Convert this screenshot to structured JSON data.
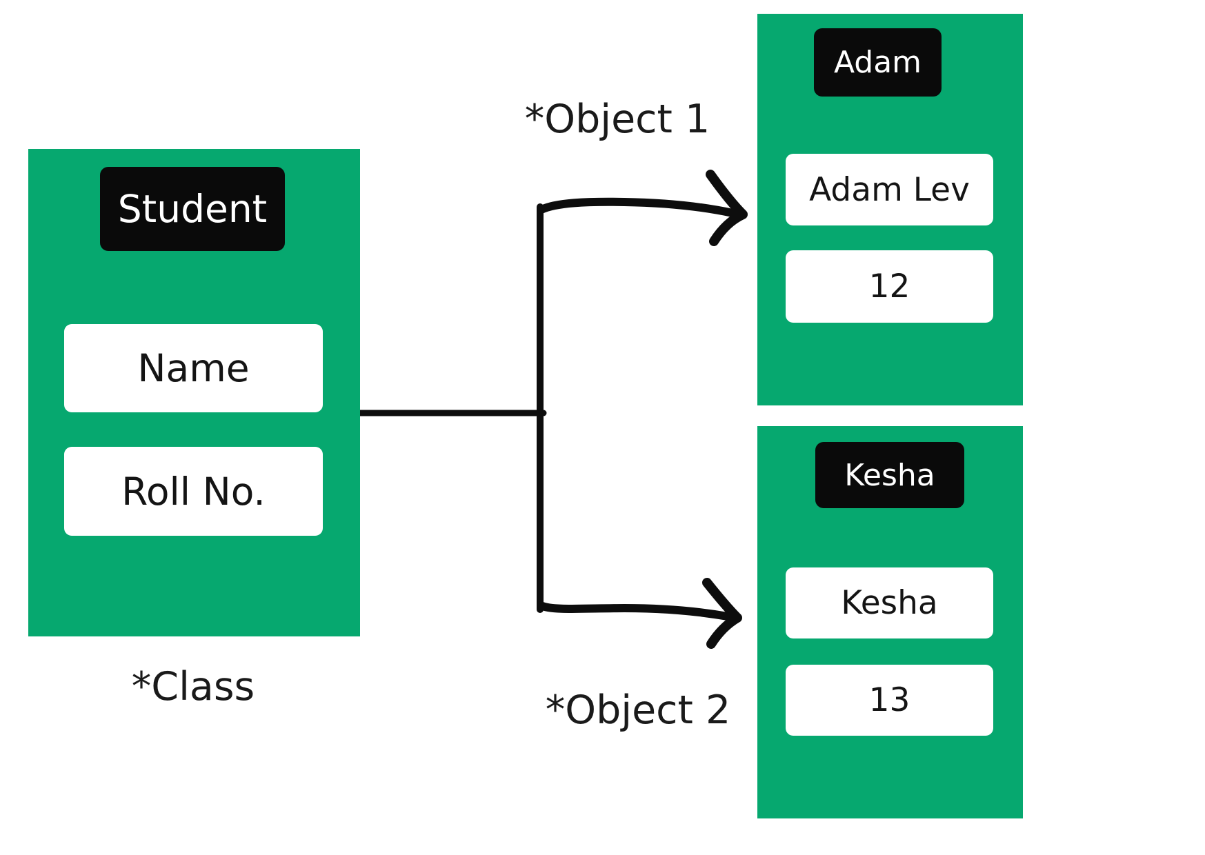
{
  "palette": {
    "green": "#06a86f",
    "chip_bg": "#0a0a0a",
    "chip_text": "#ffffff",
    "field_bg": "#ffffff",
    "field_text": "#141414",
    "caption_text": "#1a1a1a",
    "connector": "#0d0d0d",
    "background": "#ffffff"
  },
  "class_box": {
    "title": "Student",
    "fields": [
      "Name",
      "Roll No."
    ],
    "caption": "*Class"
  },
  "objects": [
    {
      "title": "Adam",
      "fields": [
        "Adam Lev",
        "12"
      ],
      "caption": "*Object 1"
    },
    {
      "title": "Kesha",
      "fields": [
        "Kesha",
        "13"
      ],
      "caption": "*Object 2"
    }
  ]
}
